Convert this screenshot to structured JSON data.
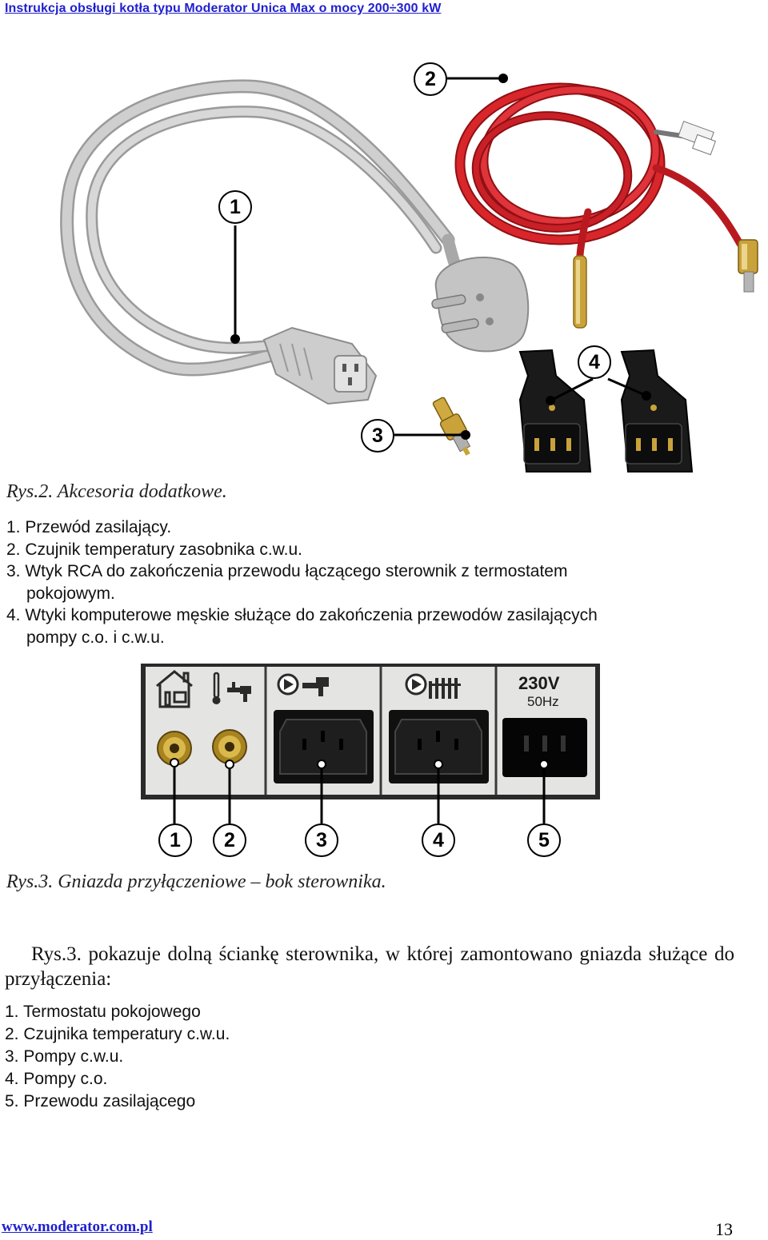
{
  "header": {
    "title": "Instrukcja obsługi kotła typu Moderator Unica Max o mocy  200÷300 kW"
  },
  "figure2": {
    "callouts": [
      "1",
      "2",
      "3",
      "4"
    ],
    "caption": "Rys.2. Akcesoria dodatkowe.",
    "items": [
      {
        "text": "1. Przewód zasilający."
      },
      {
        "text": "2. Czujnik temperatury zasobnika c.w.u."
      },
      {
        "text": "3. Wtyk RCA do zakończenia przewodu łączącego sterownik z termostatem",
        "cont": "pokojowym."
      },
      {
        "text": "4. Wtyki komputerowe męskie służące do zakończenia przewodów zasilających",
        "cont": "pompy c.o. i c.w.u."
      }
    ]
  },
  "figure3": {
    "panel_voltage": "230V",
    "panel_freq": "50Hz",
    "callouts": [
      "1",
      "2",
      "3",
      "4",
      "5"
    ],
    "caption": "Rys.3. Gniazda przyłączeniowe – bok sterownika."
  },
  "body": {
    "paragraph": "Rys.3. pokazuje dolną ściankę sterownika, w której zamontowano gniazda służące do przyłączenia:",
    "items": [
      "1. Termostatu pokojowego",
      "2. Czujnika temperatury c.w.u.",
      "3. Pompy c.w.u.",
      "4. Pompy c.o.",
      "5. Przewodu zasilającego"
    ]
  },
  "footer": {
    "url": "www.moderator.com.pl",
    "page": "13"
  },
  "colors": {
    "link": "#1f1fd0",
    "cable_grey": "#c8c8c8",
    "cable_red": "#d8262b",
    "plug_black": "#1a1a1a",
    "brass": "#c9a23a"
  }
}
